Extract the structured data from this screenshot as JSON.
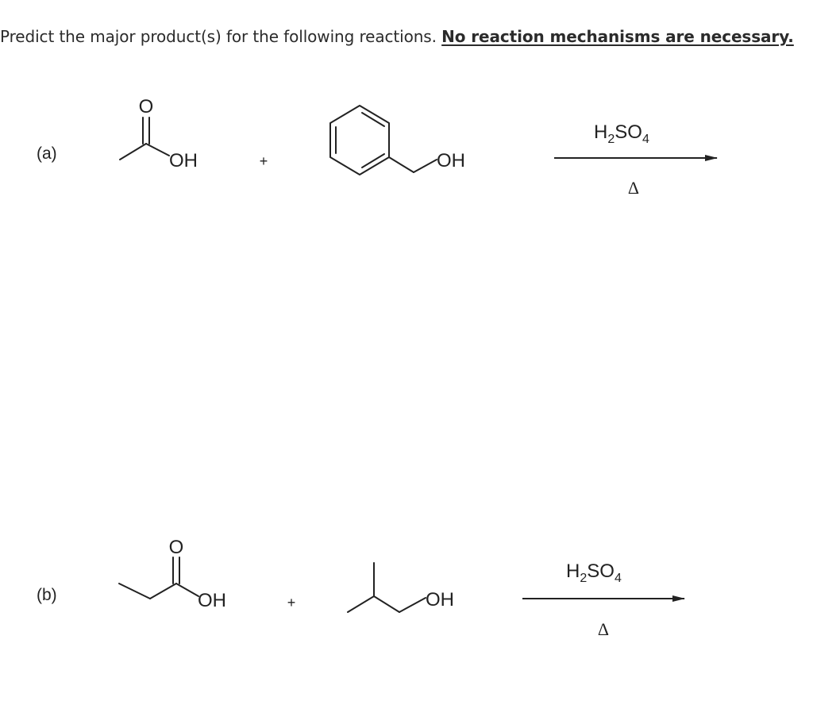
{
  "instruction": {
    "text": "Predict the major product(s) for the following reactions. ",
    "emphasis": "No reaction mechanisms are necessary."
  },
  "reactions": [
    {
      "label": "(a)",
      "reactant1": {
        "O": "O",
        "OH": "OH"
      },
      "plus": "+",
      "reactant2": {
        "OH": "OH"
      },
      "reagent": {
        "H": "H",
        "sub2": "2",
        "SO": "SO",
        "sub4": "4"
      },
      "condition": "Δ"
    },
    {
      "label": "(b)",
      "reactant1": {
        "O": "O",
        "OH": "OH"
      },
      "plus": "+",
      "reactant2": {
        "OH": "OH"
      },
      "reagent": {
        "H": "H",
        "sub2": "2",
        "SO": "SO",
        "sub4": "4"
      },
      "condition": "Δ"
    }
  ]
}
